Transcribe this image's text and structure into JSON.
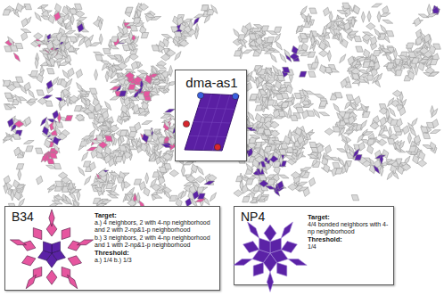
{
  "diagram": {
    "nodes": [
      {
        "text": [
          "dma-as1"
        ]
      },
      {
        "text": [
          "B34",
          "Target:",
          "a.) 4 neighbors, 2 with 4-np neighborhood and 2 with 2-np&1-p neighborhood",
          "b.) 3 neighbors, 2 with 4-np neighborhood and 1 with 2-np&1-p neighborhood",
          "Threshold:",
          "a.) 1/4 b.) 1/3"
        ]
      },
      {
        "text": [
          "NP4",
          "Target:",
          "4/4 bonded neighbors with 4-np neighborhood",
          "Threshold:",
          "1/4"
        ]
      }
    ],
    "edges": []
  }
}
